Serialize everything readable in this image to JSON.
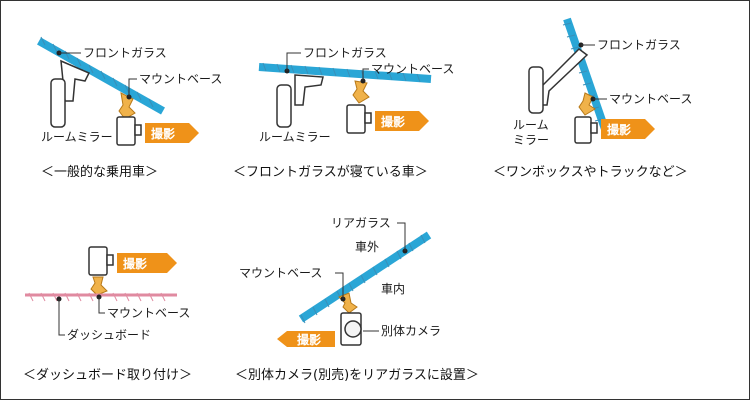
{
  "colors": {
    "glass": "#2aa6d6",
    "badge": "#ef9219",
    "mount": "#f0b24a",
    "dashboard": "#e08aa0"
  },
  "panels": {
    "p1": {
      "front_glass": "フロントガラス",
      "mount_base": "マウントベース",
      "room_mirror": "ルームミラー",
      "shoot": "撮影",
      "caption": "＜一般的な乗用車＞"
    },
    "p2": {
      "front_glass": "フロントガラス",
      "mount_base": "マウントベース",
      "room_mirror": "ルームミラー",
      "shoot": "撮影",
      "caption": "＜フロントガラスが寝ている車＞"
    },
    "p3": {
      "front_glass": "フロントガラス",
      "mount_base": "マウントベース",
      "room_mirror_line1": "ルーム",
      "room_mirror_line2": "ミラー",
      "shoot": "撮影",
      "caption": "＜ワンボックスやトラックなど＞"
    },
    "p4": {
      "shoot": "撮影",
      "mount_base": "マウントベース",
      "dashboard": "ダッシュボード",
      "caption": "＜ダッシュボード取り付け＞"
    },
    "p5": {
      "rear_glass": "リアガラス",
      "outside": "車外",
      "inside": "車内",
      "mount_base": "マウントベース",
      "camera": "別体カメラ",
      "shoot": "撮影",
      "caption": "＜別体カメラ(別売)をリアガラスに設置＞"
    }
  }
}
